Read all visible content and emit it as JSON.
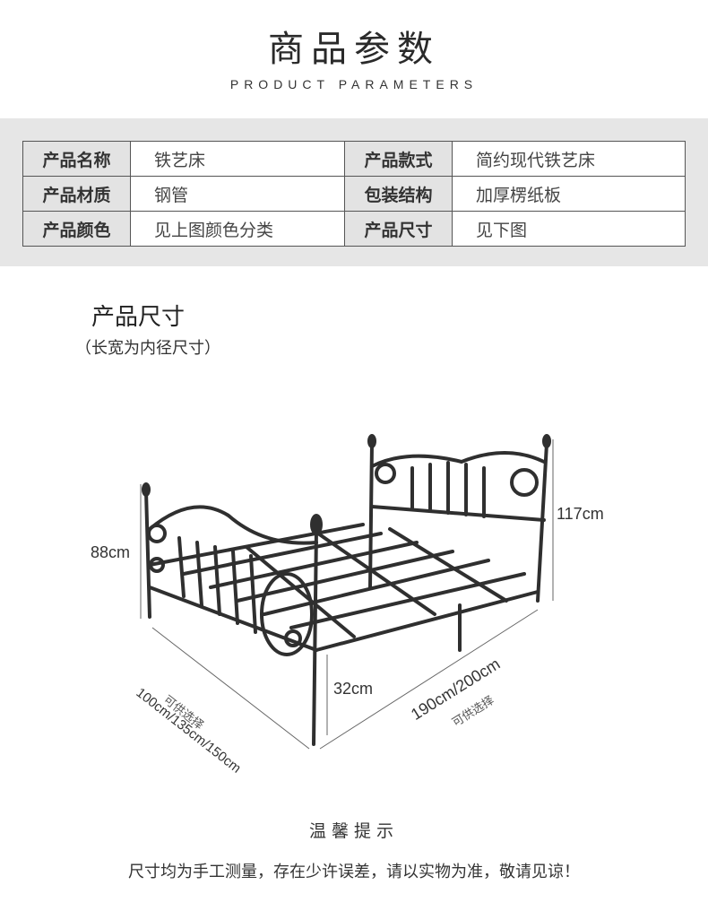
{
  "header": {
    "title": "商品参数",
    "subtitle": "PRODUCT PARAMETERS"
  },
  "params": [
    {
      "label": "产品名称",
      "value": "铁艺床",
      "label2": "产品款式",
      "value2": "简约现代铁艺床"
    },
    {
      "label": "产品材质",
      "value": "钢管",
      "label2": "包装结构",
      "value2": "加厚楞纸板"
    },
    {
      "label": "产品颜色",
      "value": "见上图颜色分类",
      "label2": "产品尺寸",
      "value2": "见下图"
    }
  ],
  "size": {
    "title": "产品尺寸",
    "note": "（长宽为内径尺寸）"
  },
  "dimensions": {
    "footboard_height": "88cm",
    "headboard_height": "117cm",
    "leg_height": "32cm",
    "width": "100cm/135cm/150cm",
    "width_note": "可供选择",
    "length": "190cm/200cm",
    "length_note": "可供选择"
  },
  "colors": {
    "band": "#e6e6e6",
    "label_cell": "#e3e3e3",
    "border": "#555555",
    "frame": "#2f2f2f"
  },
  "tips": {
    "title": "温馨提示",
    "text": "尺寸均为手工测量，存在少许误差，请以实物为准，敬请见谅！"
  }
}
